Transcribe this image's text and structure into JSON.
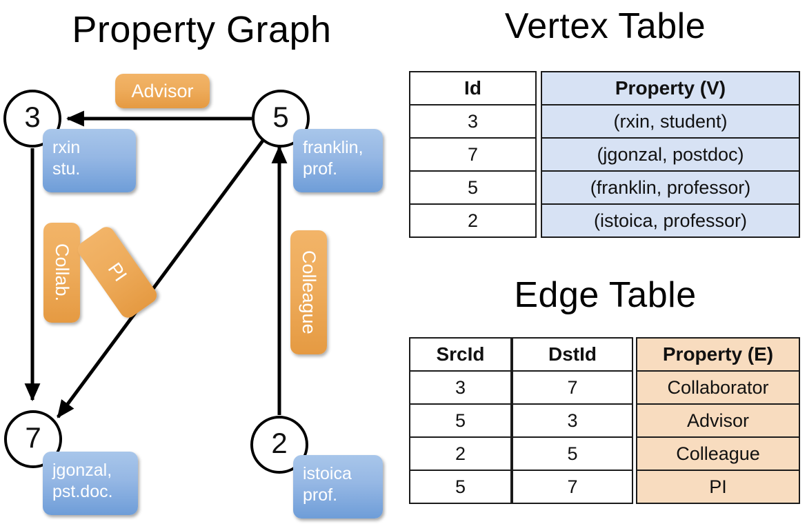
{
  "panels": {
    "graph_title": "Property Graph",
    "vertex_title": "Vertex Table",
    "edge_title": "Edge Table"
  },
  "graph": {
    "nodes": [
      {
        "id": "3",
        "label": "3",
        "prop_line1": "rxin",
        "prop_line2": "stu."
      },
      {
        "id": "5",
        "label": "5",
        "prop_line1": "franklin,",
        "prop_line2": "prof."
      },
      {
        "id": "7",
        "label": "7",
        "prop_line1": "jgonzal,",
        "prop_line2": "pst.doc."
      },
      {
        "id": "2",
        "label": "2",
        "prop_line1": "istoica",
        "prop_line2": "prof."
      }
    ],
    "edge_labels": [
      {
        "name": "advisor",
        "text": "Advisor",
        "orientation": "horizontal"
      },
      {
        "name": "collab",
        "text": "Collab.",
        "orientation": "vertical"
      },
      {
        "name": "pi",
        "text": "PI",
        "orientation": "vertical-rotated"
      },
      {
        "name": "colleague",
        "text": "Colleague",
        "orientation": "vertical"
      }
    ]
  },
  "vertex_table": {
    "columns": [
      "Id",
      "Property (V)"
    ],
    "rows": [
      {
        "id": "3",
        "property": "(rxin, student)"
      },
      {
        "id": "7",
        "property": "(jgonzal, postdoc)"
      },
      {
        "id": "5",
        "property": "(franklin, professor)"
      },
      {
        "id": "2",
        "property": "(istoica, professor)"
      }
    ]
  },
  "edge_table": {
    "columns": [
      "SrcId",
      "DstId",
      "Property (E)"
    ],
    "rows": [
      {
        "src": "3",
        "dst": "7",
        "property": "Collaborator"
      },
      {
        "src": "5",
        "dst": "3",
        "property": "Advisor"
      },
      {
        "src": "2",
        "dst": "5",
        "property": "Colleague"
      },
      {
        "src": "5",
        "dst": "7",
        "property": "PI"
      }
    ]
  },
  "colors": {
    "vertex_property_fill": "#d7e2f4",
    "edge_property_fill": "#f8dcbf",
    "vertex_box": "#7ba8de",
    "edge_box": "#eeac5c",
    "stroke": "#000000"
  }
}
